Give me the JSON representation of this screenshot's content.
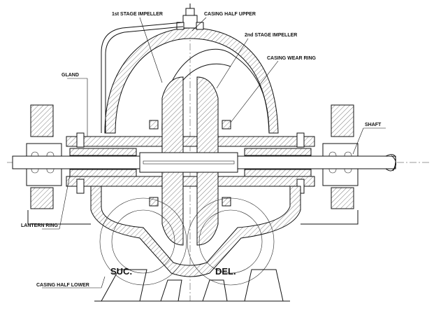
{
  "labels": {
    "stage1": "1st STAGE IMPELLER",
    "casing_upper": "CASING HALF UPPER",
    "stage2": "2nd STAGE IMPELLER",
    "wear_ring": "CASING WEAR RING",
    "gland": "GLAND",
    "shaft": "SHAFT",
    "lantern": "LANTERN RING",
    "casing_lower": "CASING HALF LOWER",
    "suction": "SUC.",
    "delivery": "DEL."
  }
}
